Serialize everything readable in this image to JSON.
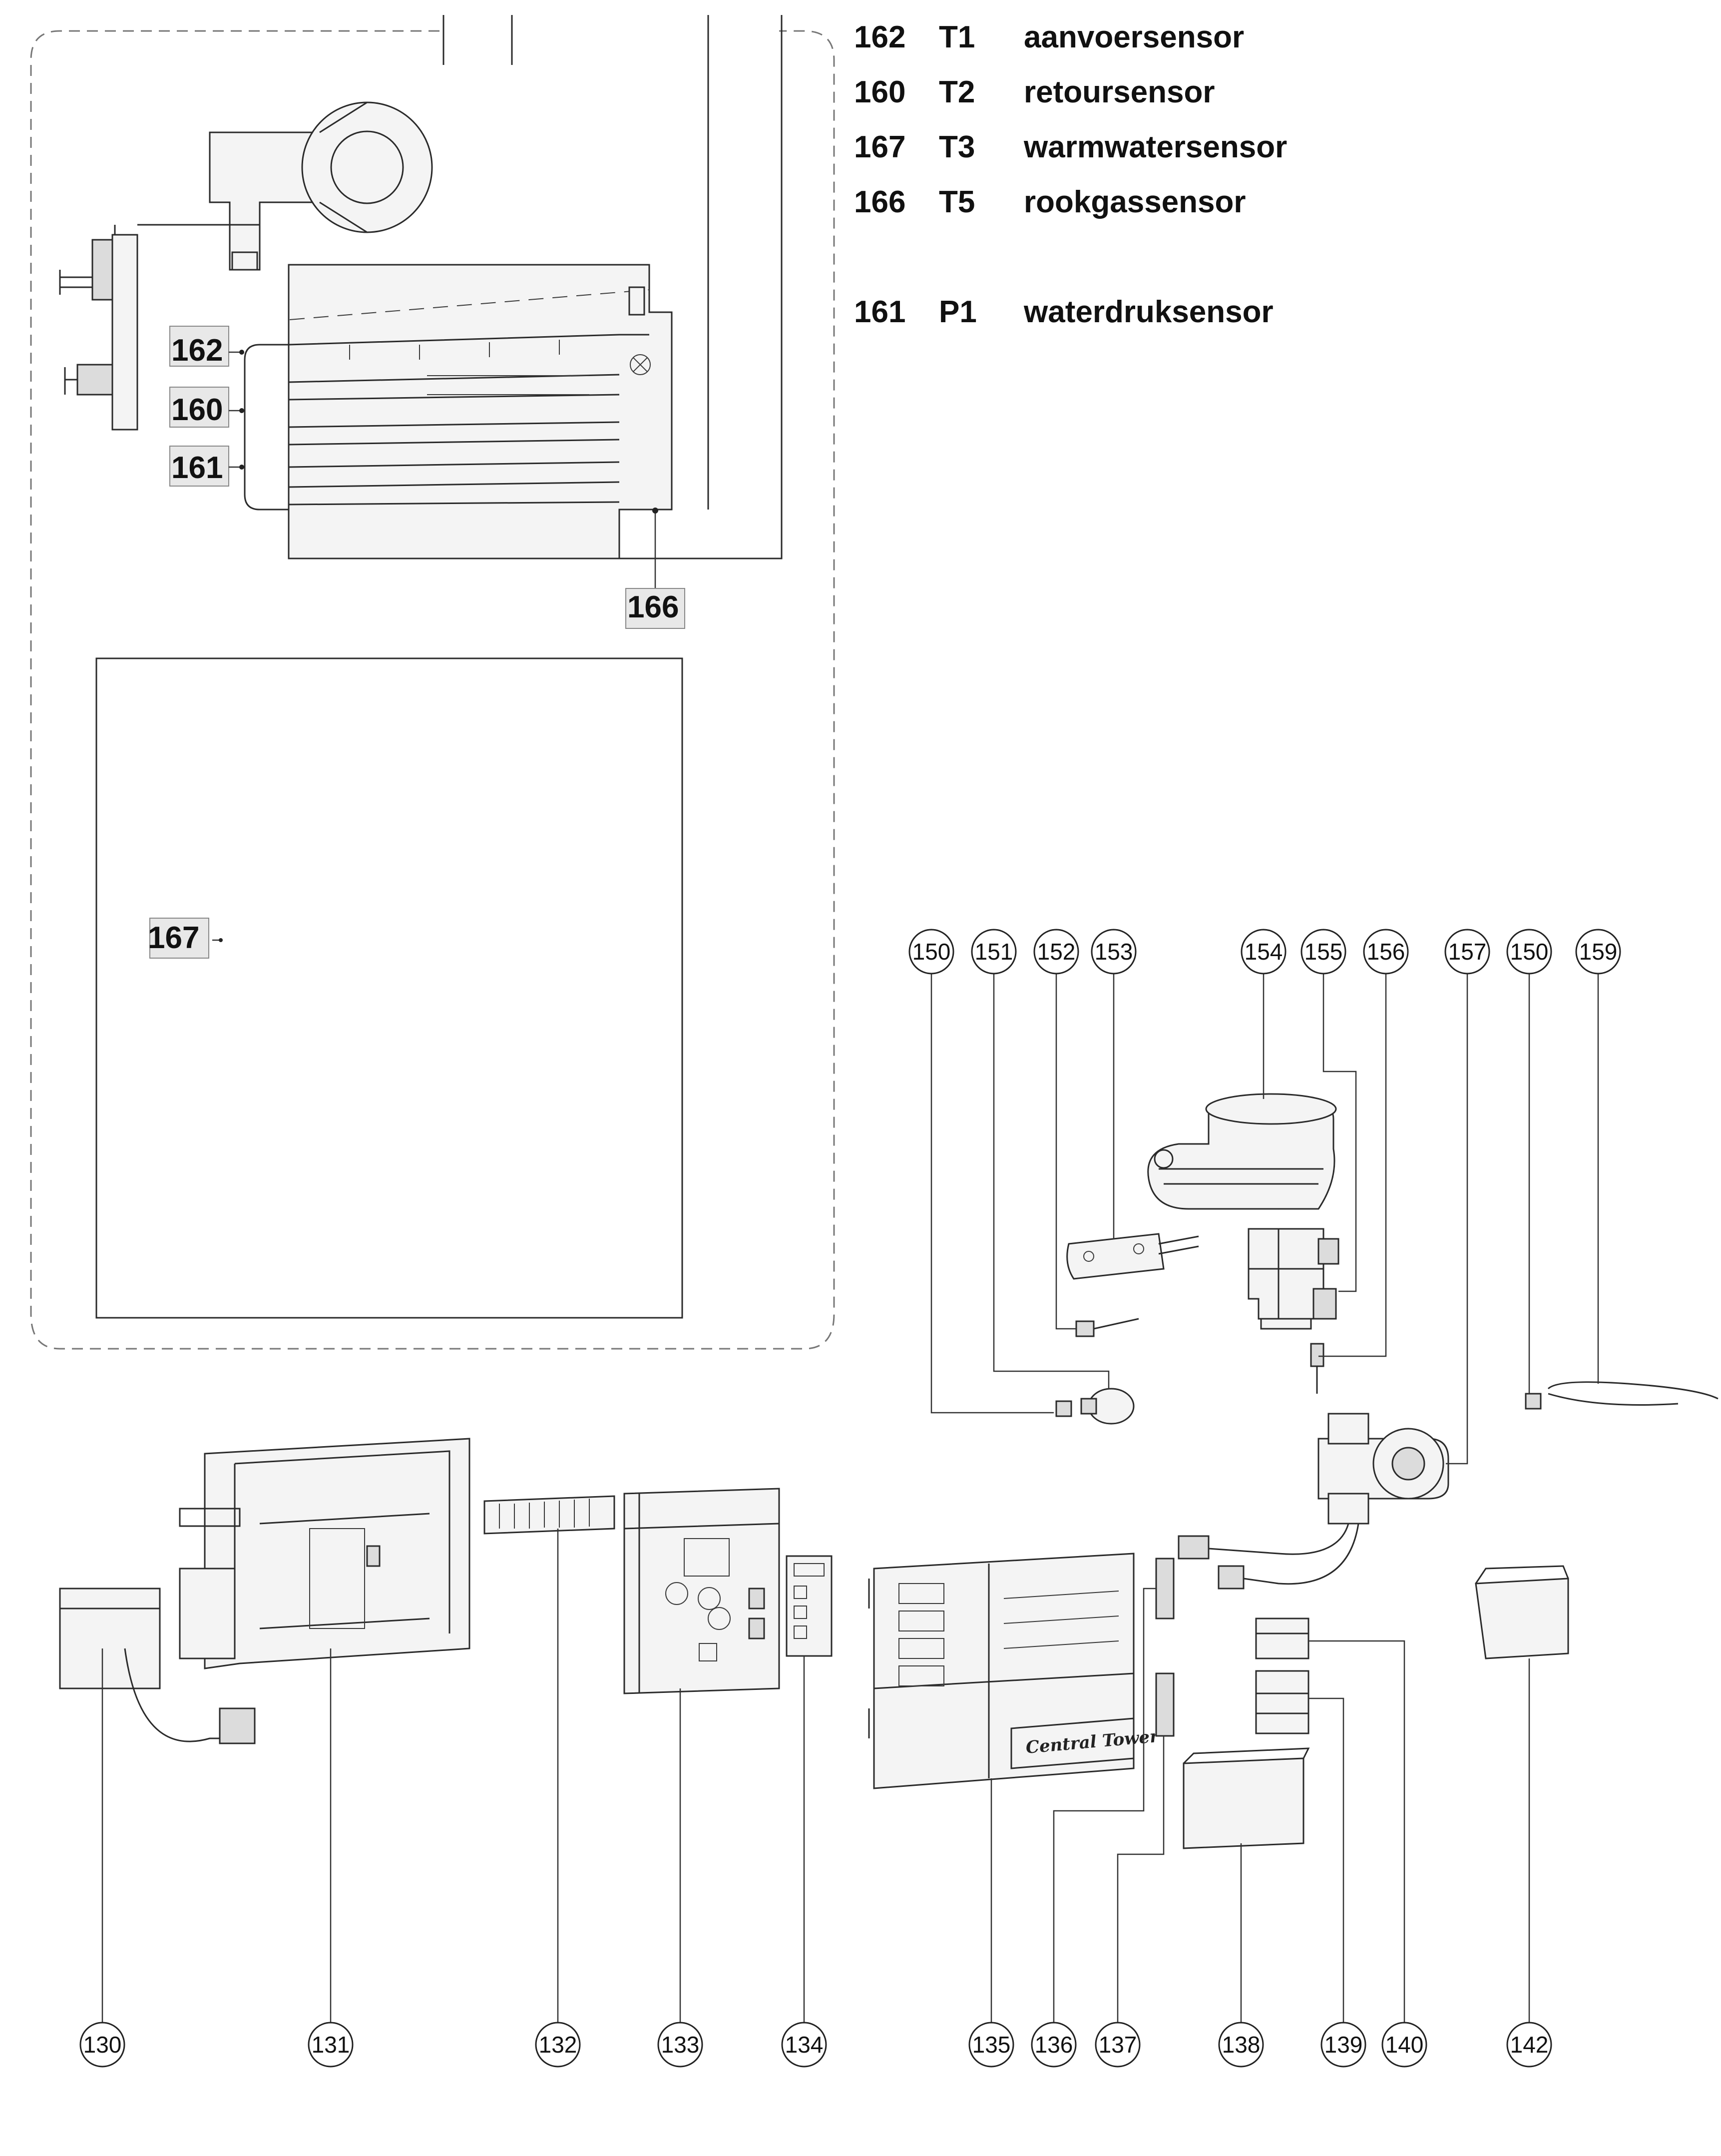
{
  "legend": [
    {
      "num": "162",
      "code": "T1",
      "desc": "aanvoersensor"
    },
    {
      "num": "160",
      "code": "T2",
      "desc": "retoursensor"
    },
    {
      "num": "167",
      "code": "T3",
      "desc": "warmwatersensor"
    },
    {
      "num": "166",
      "code": "T5",
      "desc": "rookgassensor"
    },
    {
      "num": "161",
      "code": "P1",
      "desc": "waterdruksensor"
    }
  ],
  "sensor_labels": {
    "s162": "162",
    "s160": "160",
    "s161": "161",
    "s166": "166",
    "s167": "167"
  },
  "top_callouts": [
    "150",
    "151",
    "152",
    "153",
    "154",
    "155",
    "156",
    "157",
    "150",
    "159"
  ],
  "bottom_callouts": [
    "130",
    "131",
    "132",
    "133",
    "134",
    "135",
    "136",
    "137",
    "138",
    "139",
    "140",
    "142"
  ],
  "display_logo": "Central Tower"
}
